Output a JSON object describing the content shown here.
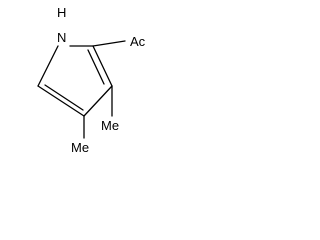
{
  "molecule": {
    "labels": {
      "nh": "H",
      "n": "N",
      "ac": "Ac",
      "me_left": "Me",
      "me_right": "Me"
    }
  }
}
